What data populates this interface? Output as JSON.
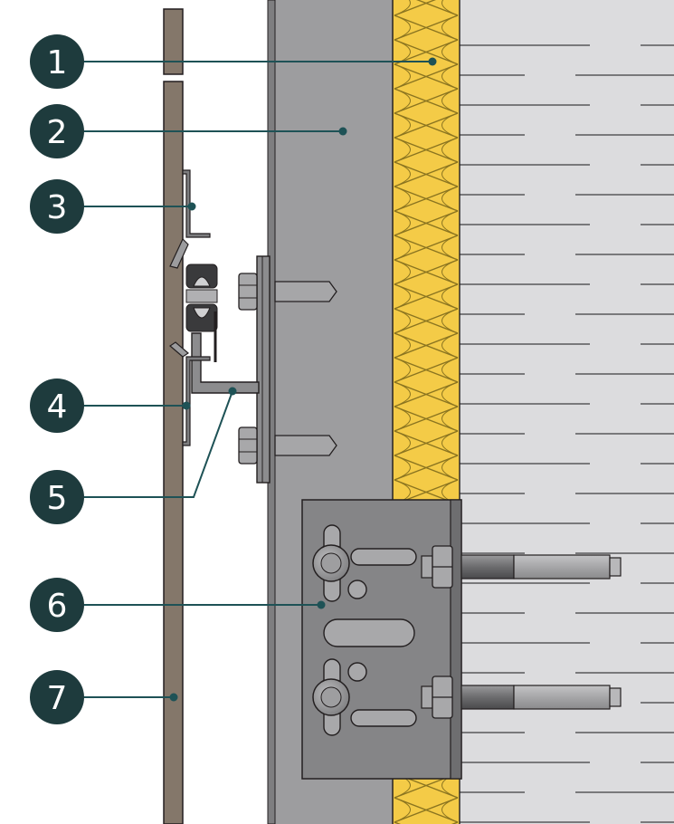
{
  "colors": {
    "panel": "#84776a",
    "outline": "#231f20",
    "profile": "#9d9d9f",
    "profile_edge": "#7e7e80",
    "insulation": "#f4cb47",
    "insulation_zig": "#8a7420",
    "wall": "#dcdcde",
    "wall_line": "#3e3e40",
    "bracket": "#858587",
    "hardware": "#a8a8aa",
    "callout_fill": "#1e3b3d",
    "leader": "#1e5256"
  },
  "callouts": [
    {
      "number": "1",
      "name": "insulation"
    },
    {
      "number": "2",
      "name": "vertical-profile"
    },
    {
      "number": "3",
      "name": "upper-clip"
    },
    {
      "number": "4",
      "name": "lower-clip"
    },
    {
      "number": "5",
      "name": "horizontal-profile"
    },
    {
      "number": "6",
      "name": "wall-bracket"
    },
    {
      "number": "7",
      "name": "facade-panel"
    }
  ]
}
